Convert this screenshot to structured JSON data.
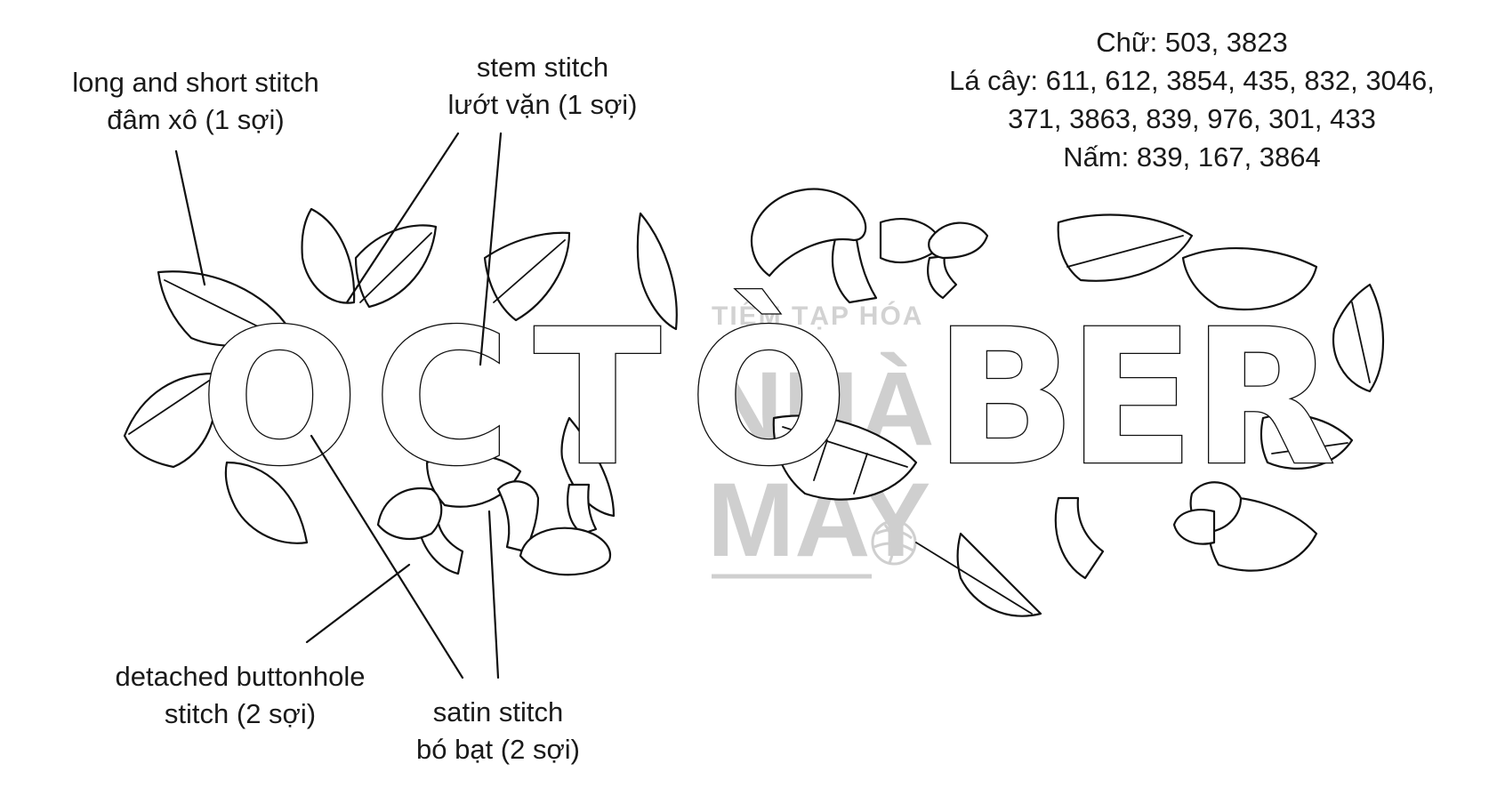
{
  "labels": {
    "long_short": {
      "line1": "long and short stitch",
      "line2": "đâm xô (1 sợi)"
    },
    "stem": {
      "line1": "stem stitch",
      "line2": "lướt vặn (1 sợi)"
    },
    "buttonhole": {
      "line1": "detached buttonhole",
      "line2": "stitch (2 sợi)"
    },
    "satin": {
      "line1": "satin stitch",
      "line2": "bó bạt (2 sợi)"
    }
  },
  "thread_legend": {
    "line1": "Chữ: 503, 3823",
    "line2": "Lá cây: 611, 612, 3854, 435, 832, 3046,",
    "line3": "371, 3863, 839, 976, 301, 433",
    "line4": "Nấm: 839, 167, 3864"
  },
  "letters": {
    "l1": "O",
    "l2": "C",
    "l3": "T",
    "l4": "Ò",
    "l5": "B",
    "l6": "E",
    "l7": "R"
  },
  "watermark": {
    "line1": "TIỆM TẠP HÓA",
    "line2": "NHÀ",
    "line3": "MAY"
  },
  "colors": {
    "line": "#111111",
    "watermark": "#cfcfcf",
    "background": "#ffffff"
  }
}
